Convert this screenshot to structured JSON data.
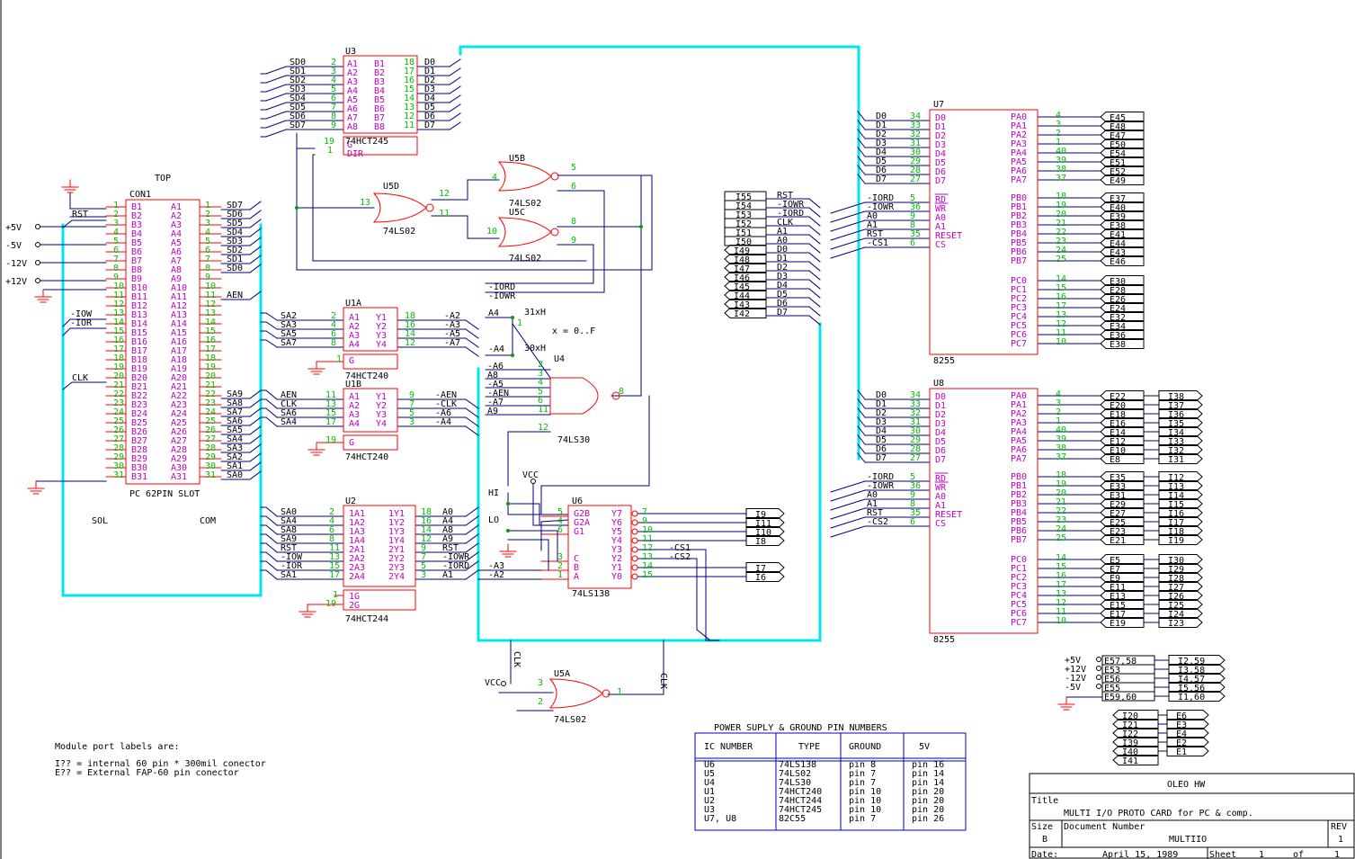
{
  "labels": {
    "top": "TOP",
    "sol": "SOL",
    "com": "COM",
    "slot": "PC 62PIN SLOT",
    "con1": "CON1",
    "x_note": "x = 0..F",
    "h31": "31xH",
    "h30": "30xH",
    "hi": "HI",
    "lo": "LO",
    "vcc": "VCC",
    "vcc2": "VCC",
    "clk_a": "CLK",
    "clk_b": "CLK",
    "module_note_1": "Module port labels are:",
    "module_note_2": "I?? = internal 60 pin * 300mil conector",
    "module_note_3": "E?? = External FAP-60 pin conector"
  },
  "power_rails": [
    "+5V",
    "-5V",
    "-12V",
    "+12V"
  ],
  "con1_left": [
    "B1",
    "B2",
    "B3",
    "B4",
    "B5",
    "B6",
    "B7",
    "B8",
    "B9",
    "B10",
    "B11",
    "B12",
    "B13",
    "B14",
    "B15",
    "B16",
    "B17",
    "B18",
    "B19",
    "B20",
    "B21",
    "B22",
    "B23",
    "B24",
    "B25",
    "B26",
    "B27",
    "B28",
    "B29",
    "B30",
    "B31"
  ],
  "con1_right": [
    "A1",
    "A2",
    "A3",
    "A4",
    "A5",
    "A6",
    "A7",
    "A8",
    "A9",
    "A10",
    "A11",
    "A12",
    "A13",
    "A14",
    "A15",
    "A16",
    "A17",
    "A18",
    "A19",
    "A20",
    "A21",
    "A22",
    "A23",
    "A24",
    "A25",
    "A26",
    "A27",
    "A28",
    "A29",
    "A30",
    "A31"
  ],
  "con1_pins": [
    "1",
    "2",
    "3",
    "4",
    "5",
    "6",
    "7",
    "8",
    "9",
    "10",
    "11",
    "12",
    "13",
    "14",
    "15",
    "16",
    "17",
    "18",
    "19",
    "20",
    "21",
    "22",
    "23",
    "24",
    "25",
    "26",
    "27",
    "28",
    "29",
    "30",
    "31"
  ],
  "con1_left_nets": {
    "RST": "RST",
    "IOW": "-IOW",
    "IOR": "-IOR",
    "CLK": "CLK"
  },
  "con1_right_nets": [
    "SD7",
    "SD6",
    "SD5",
    "SD4",
    "SD3",
    "SD2",
    "SD1",
    "SD0",
    "",
    "",
    "AEN",
    "",
    "",
    "",
    "",
    "",
    "",
    "",
    "",
    "",
    "",
    "SA9",
    "SA8",
    "SA7",
    "SA6",
    "SA5",
    "SA4",
    "SA3",
    "SA2",
    "SA1",
    "SA0"
  ],
  "u3": {
    "ref": "U3",
    "type": "74HCT245",
    "a_pins": [
      "A1",
      "A2",
      "A3",
      "A4",
      "A5",
      "A6",
      "A7",
      "A8"
    ],
    "b_pins": [
      "B1",
      "B2",
      "B3",
      "B4",
      "B5",
      "B6",
      "B7",
      "B8"
    ],
    "a_nums": [
      "2",
      "3",
      "4",
      "5",
      "6",
      "7",
      "8",
      "9"
    ],
    "b_nums": [
      "18",
      "17",
      "16",
      "15",
      "14",
      "13",
      "12",
      "11"
    ],
    "a_nets": [
      "SD0",
      "SD1",
      "SD2",
      "SD3",
      "SD4",
      "SD5",
      "SD6",
      "SD7"
    ],
    "b_nets": [
      "D0",
      "D1",
      "D2",
      "D3",
      "D4",
      "D5",
      "D6",
      "D7"
    ],
    "g": "G",
    "dir": "DIR",
    "g_num": "19",
    "dir_num": "1"
  },
  "u1a": {
    "ref": "U1A",
    "type": "74HCT240",
    "a": [
      "A1",
      "A2",
      "A3",
      "A4"
    ],
    "y": [
      "Y1",
      "Y2",
      "Y3",
      "Y4"
    ],
    "a_nums": [
      "2",
      "4",
      "6",
      "8"
    ],
    "y_nums": [
      "18",
      "16",
      "14",
      "12"
    ],
    "in": [
      "SA2",
      "SA3",
      "SA5",
      "SA7"
    ],
    "out": [
      "-A2",
      "-A3",
      "-A5",
      "-A7"
    ],
    "g": "G",
    "g_num": "1"
  },
  "u1b": {
    "ref": "U1B",
    "type": "74HCT240",
    "a": [
      "A1",
      "A2",
      "A3",
      "A4"
    ],
    "y": [
      "Y1",
      "Y2",
      "Y3",
      "Y4"
    ],
    "a_nums": [
      "11",
      "13",
      "15",
      "17"
    ],
    "y_nums": [
      "9",
      "7",
      "5",
      "3"
    ],
    "in": [
      "AEN",
      "CLK",
      "SA6",
      "SA4"
    ],
    "out": [
      "-AEN",
      "-CLK",
      "-A6",
      "-A4"
    ],
    "g": "G",
    "g_num": "19"
  },
  "u2": {
    "ref": "U2",
    "type": "74HCT244",
    "a": [
      "1A1",
      "1A2",
      "1A3",
      "1A4",
      "2A1",
      "2A2",
      "2A3",
      "2A4"
    ],
    "y": [
      "1Y1",
      "1Y2",
      "1Y3",
      "1Y4",
      "2Y1",
      "2Y2",
      "2Y3",
      "2Y4"
    ],
    "a_nums": [
      "2",
      "4",
      "6",
      "8",
      "11",
      "13",
      "15",
      "17"
    ],
    "y_nums": [
      "18",
      "16",
      "14",
      "12",
      "9",
      "7",
      "5",
      "3"
    ],
    "in": [
      "SA0",
      "SA4",
      "SA8",
      "SA9",
      "RST",
      "-IOW",
      "-IOR",
      "SA1"
    ],
    "out": [
      "A0",
      "A4",
      "A8",
      "A9",
      "RST",
      "-IOWR",
      "-IORD",
      "A1"
    ],
    "g1": "1G",
    "g2": "2G",
    "g1_num": "1",
    "g2_num": "19"
  },
  "u5d": {
    "ref": "U5D",
    "type": "74LS02",
    "pins": [
      "12",
      "11",
      "13"
    ]
  },
  "u5b": {
    "ref": "U5B",
    "type": "74LS02",
    "pins": [
      "4",
      "6",
      "5"
    ]
  },
  "u5c": {
    "ref": "U5C",
    "type": "74LS02",
    "pins": [
      "10",
      "9",
      "8"
    ]
  },
  "u5a": {
    "ref": "U5A",
    "type": "74LS02",
    "pins": [
      "3",
      "2",
      "1"
    ]
  },
  "iord_iowr": [
    "-IORD",
    "-IOWR"
  ],
  "u4": {
    "ref": "U4",
    "type": "74LS30",
    "in": [
      "-A6",
      "A8",
      "-A5",
      "-AEN",
      "-A7",
      "A9"
    ],
    "in_nums": [
      "2",
      "3",
      "4",
      "5",
      "6",
      "11",
      "12"
    ],
    "out_num": "8",
    "a_labels": [
      "A4",
      "-A4"
    ],
    "a_nums": [
      "1"
    ]
  },
  "u6": {
    "ref": "U6",
    "type": "74LS138",
    "left": [
      "G2B",
      "G2A",
      "G1",
      "C",
      "B",
      "A"
    ],
    "left_nums": [
      "5",
      "4",
      "6",
      "3",
      "2",
      "1"
    ],
    "right": [
      "Y7",
      "Y6",
      "Y5",
      "Y4",
      "Y3",
      "Y2",
      "Y1",
      "Y0"
    ],
    "right_nums": [
      "7",
      "9",
      "10",
      "11",
      "12",
      "13",
      "14",
      "15"
    ],
    "left_nets": [
      "-A3",
      "-A2"
    ],
    "right_nets": [
      "I9",
      "I11",
      "I10",
      "I8",
      "-CS1",
      "-CS2",
      "I7",
      "I6"
    ]
  },
  "i_ports": [
    "I55",
    "I54",
    "I53",
    "I52",
    "I51",
    "I50",
    "I49",
    "I48",
    "I47",
    "I46",
    "I45",
    "I44",
    "I43",
    "I42"
  ],
  "i_port_nets": [
    "RST",
    "-IOWR",
    "-IORD",
    "CLK",
    "A1",
    "A0",
    "D0",
    "D1",
    "D2",
    "D3",
    "D4",
    "D5",
    "D6",
    "D7"
  ],
  "u7": {
    "ref": "U7",
    "type": "8255",
    "d": [
      "D0",
      "D1",
      "D2",
      "D3",
      "D4",
      "D5",
      "D6",
      "D7"
    ],
    "d_nums": [
      "34",
      "33",
      "32",
      "31",
      "30",
      "29",
      "28",
      "27"
    ],
    "ctl": [
      "RD",
      "WR",
      "A0",
      "A1",
      "RESET",
      "CS"
    ],
    "ctl_nums": [
      "5",
      "36",
      "9",
      "8",
      "35",
      "6"
    ],
    "ctl_nets": [
      "-IORD",
      "-IOWR",
      "A0",
      "A1",
      "RST",
      "-CS1"
    ],
    "pa": [
      "PA0",
      "PA1",
      "PA2",
      "PA3",
      "PA4",
      "PA5",
      "PA6",
      "PA7"
    ],
    "pa_nums": [
      "4",
      "3",
      "2",
      "1",
      "40",
      "39",
      "38",
      "37"
    ],
    "pa_e": [
      "E45",
      "E48",
      "E47",
      "E50",
      "E54",
      "E51",
      "E52",
      "E49"
    ],
    "pb": [
      "PB0",
      "PB1",
      "PB2",
      "PB3",
      "PB4",
      "PB5",
      "PB6",
      "PB7"
    ],
    "pb_nums": [
      "18",
      "19",
      "20",
      "21",
      "22",
      "23",
      "24",
      "25"
    ],
    "pb_e": [
      "E37",
      "E40",
      "E39",
      "E38",
      "E41",
      "E44",
      "E43",
      "E46"
    ],
    "pc": [
      "PC0",
      "PC1",
      "PC2",
      "PC3",
      "PC4",
      "PC5",
      "PC6",
      "PC7"
    ],
    "pc_nums": [
      "14",
      "15",
      "16",
      "17",
      "13",
      "12",
      "11",
      "10"
    ],
    "pc_e": [
      "E30",
      "E28",
      "E26",
      "E24",
      "E32",
      "E34",
      "E36",
      "E38"
    ]
  },
  "u8": {
    "ref": "U8",
    "type": "8255",
    "d": [
      "D0",
      "D1",
      "D2",
      "D3",
      "D4",
      "D5",
      "D6",
      "D7"
    ],
    "d_nums": [
      "34",
      "33",
      "32",
      "31",
      "30",
      "29",
      "28",
      "27"
    ],
    "ctl": [
      "RD",
      "WR",
      "A0",
      "A1",
      "RESET",
      "CS"
    ],
    "ctl_nums": [
      "5",
      "36",
      "9",
      "8",
      "35",
      "6"
    ],
    "ctl_nets": [
      "-IORD",
      "-IOWR",
      "A0",
      "A1",
      "RST",
      "-CS2"
    ],
    "pa": [
      "PA0",
      "PA1",
      "PA2",
      "PA3",
      "PA4",
      "PA5",
      "PA6",
      "PA7"
    ],
    "pa_nums": [
      "4",
      "3",
      "2",
      "1",
      "40",
      "39",
      "38",
      "37"
    ],
    "pa_e": [
      "E22",
      "E20",
      "E18",
      "E16",
      "E14",
      "E12",
      "E10",
      "E8"
    ],
    "pa_i": [
      "I38",
      "I37",
      "I36",
      "I35",
      "I34",
      "I33",
      "I32",
      "I31"
    ],
    "pb": [
      "PB0",
      "PB1",
      "PB2",
      "PB3",
      "PB4",
      "PB5",
      "PB6",
      "PB7"
    ],
    "pb_nums": [
      "18",
      "19",
      "20",
      "21",
      "22",
      "23",
      "24",
      "25"
    ],
    "pb_e": [
      "E35",
      "E33",
      "E31",
      "E29",
      "E27",
      "E25",
      "E23",
      "E21"
    ],
    "pb_i": [
      "I12",
      "I13",
      "I14",
      "I15",
      "I16",
      "I17",
      "I18",
      "I19"
    ],
    "pc": [
      "PC0",
      "PC1",
      "PC2",
      "PC3",
      "PC4",
      "PC5",
      "PC6",
      "PC7"
    ],
    "pc_nums": [
      "14",
      "15",
      "16",
      "17",
      "13",
      "12",
      "11",
      "10"
    ],
    "pc_e": [
      "E5",
      "E7",
      "E9",
      "E11",
      "E13",
      "E15",
      "E17",
      "E19"
    ],
    "pc_i": [
      "I30",
      "I29",
      "I28",
      "I27",
      "I26",
      "I25",
      "I24",
      "I23"
    ]
  },
  "power_ports": {
    "rails": [
      "+5V",
      "+12V",
      "-12V",
      "-5V"
    ],
    "e": [
      "E57,58",
      "E53",
      "E56",
      "E55",
      "E59,60"
    ],
    "i": [
      "I2,59",
      "I3,58",
      "I4,57",
      "I5,56",
      "I1,60"
    ]
  },
  "misc_ports": {
    "i": [
      "I20",
      "I21",
      "I22",
      "I39",
      "I40",
      "I41"
    ],
    "e": [
      "E6",
      "E3",
      "E4",
      "E2",
      "E1"
    ]
  },
  "power_table": {
    "title": "POWER SUPLY & GROUND PIN NUMBERS",
    "headers": [
      "IC NUMBER",
      "TYPE",
      "GROUND",
      "5V"
    ],
    "rows": [
      [
        "U6",
        "74LS138",
        "pin 8",
        "pin 16"
      ],
      [
        "U5",
        "74LS02",
        "pin 7",
        "pin 14"
      ],
      [
        "U4",
        "74LS30",
        "pin 7",
        "pin 14"
      ],
      [
        "U1",
        "74HCT240",
        "pin 10",
        "pin 20"
      ],
      [
        "U2",
        "74HCT244",
        "pin 10",
        "pin 20"
      ],
      [
        "U3",
        "74HCT245",
        "pin 10",
        "pin 20"
      ],
      [
        "U7, U8",
        "82C55",
        "pin 7",
        "pin 26"
      ]
    ]
  },
  "title_block": {
    "company": "OLEO HW",
    "title_label": "Title",
    "title": "MULTI I/O PROTO CARD for PC & comp.",
    "size_label": "Size",
    "size": "B",
    "docnum_label": "Document Number",
    "docnum": "MULTIIO",
    "rev_label": "REV",
    "rev": "1",
    "date_label": "Date:",
    "date": "April 15, 1989",
    "sheet_label": "Sheet",
    "sheet": "1",
    "of_label": "of",
    "of": "1"
  },
  "colors": {
    "component": "#ff0000",
    "net_label": "#000000",
    "pin_number": "#00c000",
    "pin_name": "#c000c0",
    "bus": "#00e5ee",
    "wire": "#000080",
    "table_border": "#0000c0"
  }
}
